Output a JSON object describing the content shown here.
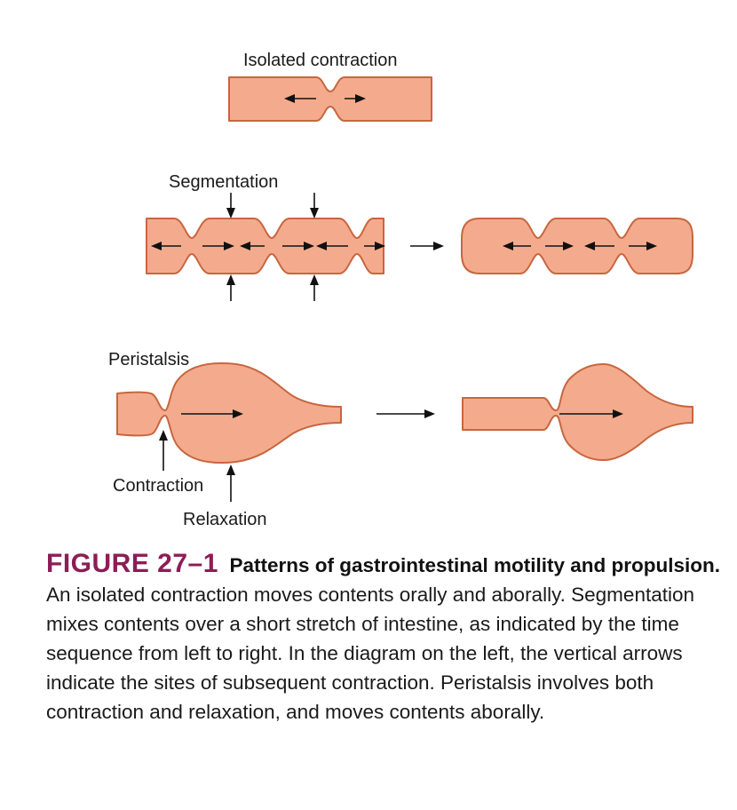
{
  "diagram": {
    "isolated_label": "Isolated contraction",
    "segmentation_label": "Segmentation",
    "peristalsis_label": "Peristalsis",
    "contraction_label": "Contraction",
    "relaxation_label": "Relaxation",
    "tube_fill": "#f4ab8d",
    "tube_stroke": "#c8663f"
  },
  "caption": {
    "figure_number": "FIGURE 27–1",
    "title": "Patterns of gastrointestinal motility and propulsion.",
    "body": "An isolated contraction moves contents orally and aborally. Segmentation mixes contents over a short stretch of intestine, as indicated by the time sequence from left to right. In the diagram on the left, the vertical arrows indicate the sites of subsequent contraction. Peristalsis involves both contraction and relaxation, and moves contents aborally."
  }
}
